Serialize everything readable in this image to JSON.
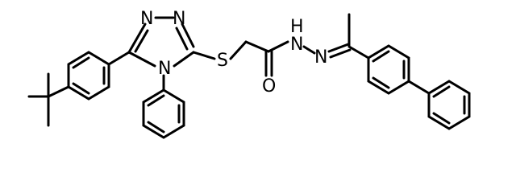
{
  "structure": {
    "atom_labels": {
      "n_triazole_1": "N",
      "n_triazole_2": "N",
      "n_triazole_4": "N",
      "sulfur": "S",
      "n_hydrazide_h": "H",
      "n_hydrazide": "N",
      "n_imine": "N",
      "oxygen": "O"
    },
    "colors": {
      "bond": "#000000",
      "background": "#ffffff"
    }
  }
}
